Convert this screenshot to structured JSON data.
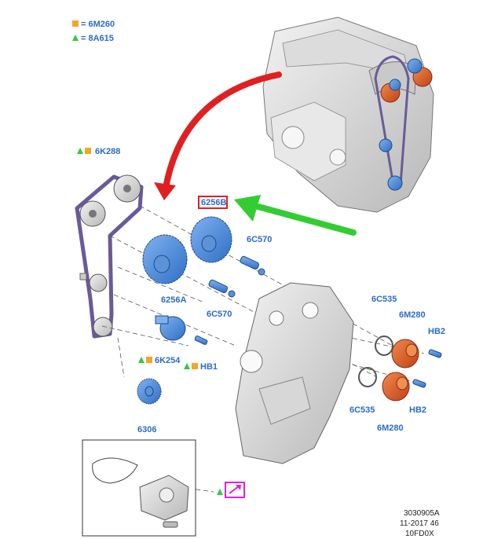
{
  "legend": [
    {
      "symbol": "square",
      "color": "#f5a623",
      "text": "= 6M260"
    },
    {
      "symbol": "triangle",
      "color": "#2ecc40",
      "text": "= 8A615"
    }
  ],
  "parts": {
    "p_6k288": "6K288",
    "p_6256b": "6256B",
    "p_6c570_top": "6C570",
    "p_6256a": "6256A",
    "p_6c570_bot": "6C570",
    "p_6k254": "6K254",
    "p_hb1": "HB1",
    "p_6306": "6306",
    "p_6c535_top": "6C535",
    "p_6m280_top": "6M280",
    "p_hb2_top": "HB2",
    "p_6c535_bot": "6C535",
    "p_6m280_bot": "6M280",
    "p_hb2_bot": "HB2"
  },
  "footer": {
    "line1": "3030905A",
    "line2": "11-2017 46",
    "line3": "10FD0X"
  },
  "colors": {
    "label_blue": "#2a6cc8",
    "legend_orange": "#f5a623",
    "legend_green": "#2ecc40",
    "highlight_red": "#e02020",
    "arrow_green": "#33cc33",
    "magenta": "#e020e0",
    "part_blue": "#4d8fe0",
    "part_orange": "#e05a20"
  },
  "icons": {
    "link_icon": "external-link-arrow-icon"
  }
}
